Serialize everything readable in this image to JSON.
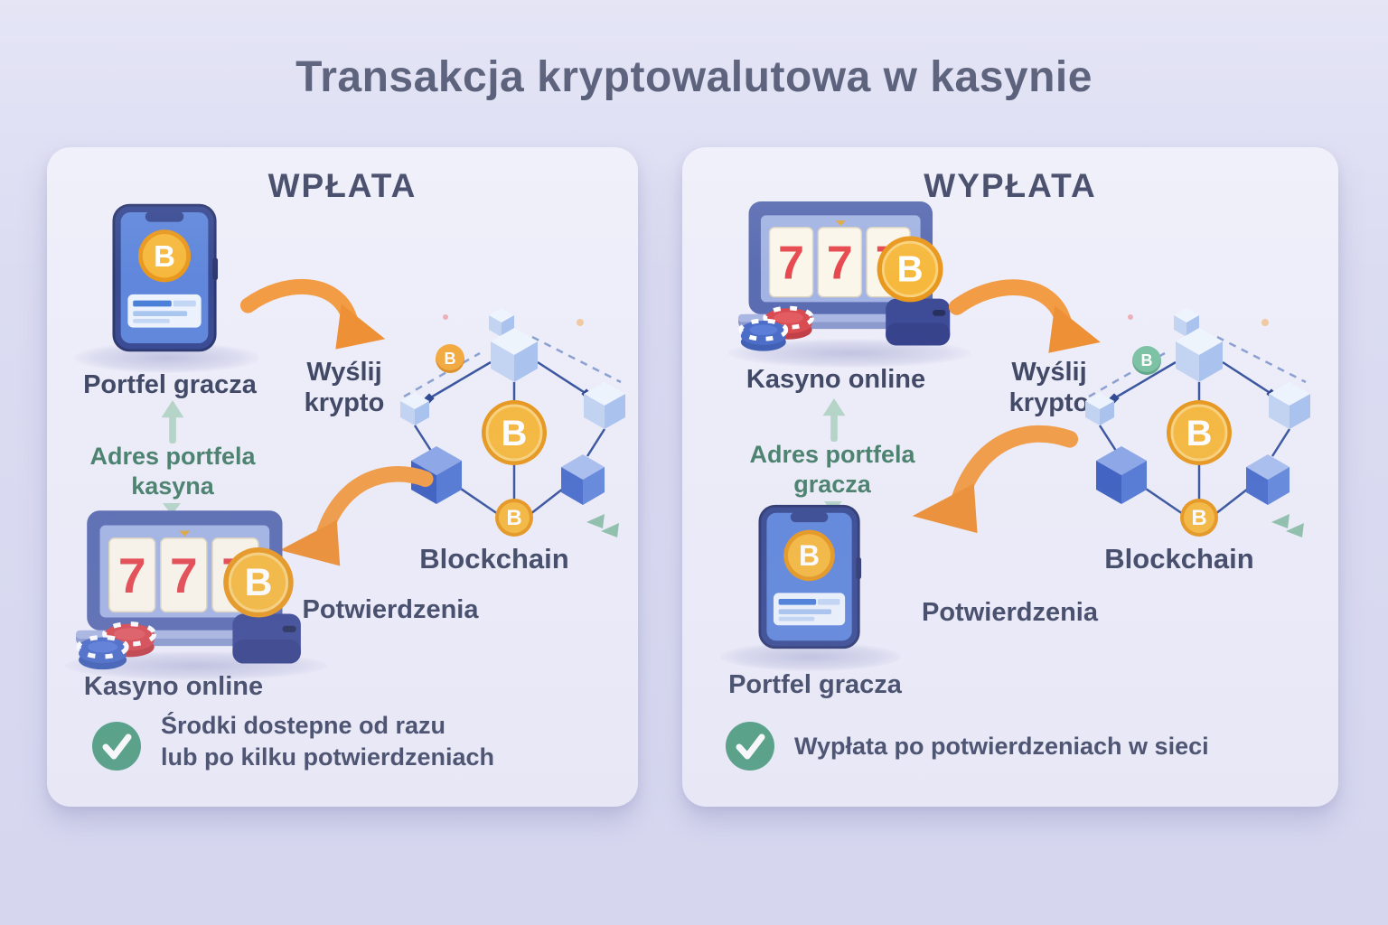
{
  "title": "Transakcja kryptowalutowa w kasynie",
  "icons": {
    "bitcoin_letter": "B"
  },
  "shared": {
    "slot_digits": [
      "7",
      "7",
      "7"
    ]
  },
  "colors": {
    "background": "#dbdcf2",
    "panel": "#eeeefa",
    "heading": "#3b4261",
    "label": "#3e4663",
    "address_green": "#47806a",
    "arrow_orange": "#f2993f",
    "coin_gold": "#f6b93e",
    "check_green": "#4d9e7e"
  },
  "deposit": {
    "header": "WPŁATA",
    "wallet_label": "Portfel gracza",
    "send_label": "Wyślij krypto",
    "address_label": "Adres portfela kasyna",
    "blockchain_label": "Blockchain",
    "confirm_label": "Potwierdzenia",
    "casino_label": "Kasyno online",
    "note_line1": "Środki dostepne od razu",
    "note_line2": "lub po kilku potwierdzeniach"
  },
  "withdrawal": {
    "header": "WYPŁATA",
    "casino_label": "Kasyno online",
    "send_label": "Wyślij krypto",
    "address_label": "Adres portfela gracza",
    "blockchain_label": "Blockchain",
    "confirm_label": "Potwierdzenia",
    "wallet_label": "Portfel gracza",
    "note": "Wypłata po potwierdzeniach w sieci"
  }
}
